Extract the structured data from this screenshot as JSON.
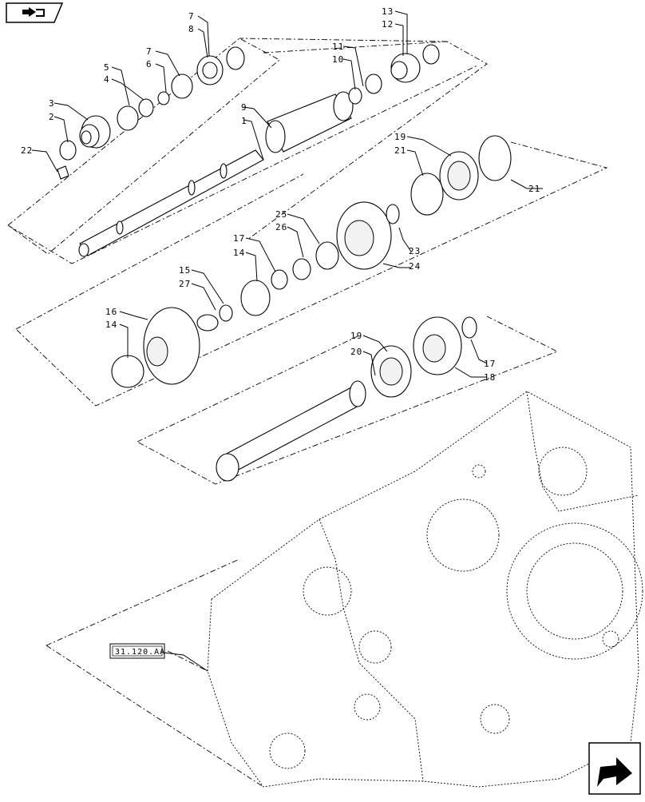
{
  "nav": {
    "top_left_icon": "book-arrow-icon",
    "bottom_right_icon": "next-page-arrow-icon"
  },
  "reference": {
    "text": "31.120.AA"
  },
  "callouts": {
    "c1": "1",
    "c2": "2",
    "c3": "3",
    "c4": "4",
    "c5": "5",
    "c6": "6",
    "c7a": "7",
    "c7b": "7",
    "c8": "8",
    "c9": "9",
    "c10": "10",
    "c11": "11",
    "c12": "12",
    "c13": "13",
    "c14a": "14",
    "c14b": "14",
    "c15": "15",
    "c16": "16",
    "c17a": "17",
    "c17b": "17",
    "c18": "18",
    "c19a": "19",
    "c19b": "19",
    "c20": "20",
    "c21a": "21",
    "c21b": "21",
    "c22": "22",
    "c23": "23",
    "c24": "24",
    "c25": "25",
    "c26": "26",
    "c27": "27"
  }
}
